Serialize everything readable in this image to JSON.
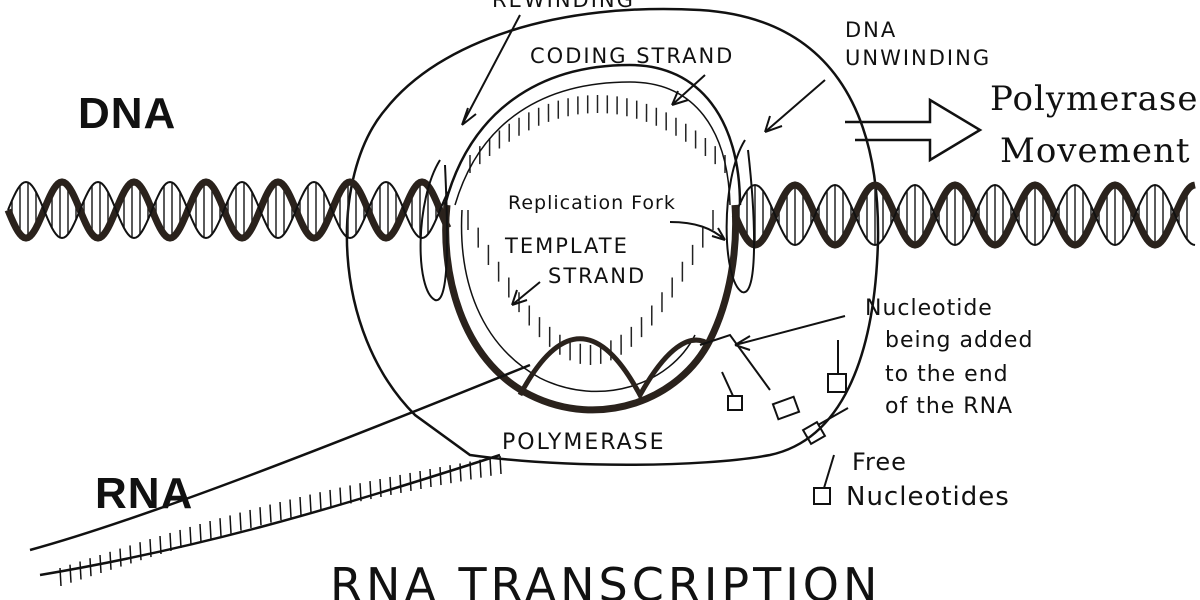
{
  "labels": {
    "dna": "DNA",
    "rna": "RNA",
    "rewinding": "REWINDING",
    "coding_strand": "CODING STRAND",
    "dna_unwinding_line1": "DNA",
    "dna_unwinding_line2": "UNWINDING",
    "polymerase_movement_line1": "Polymerase",
    "polymerase_movement_line2": "Movement",
    "replication_fork": "Replication Fork",
    "template_strand_line1": "TEMPLATE",
    "template_strand_line2": "STRAND",
    "nucleotide_line1": "Nucleotide",
    "nucleotide_line2": "being added",
    "nucleotide_line3": "to the end",
    "nucleotide_line4": "of the RNA",
    "polymerase": "POLYMERASE",
    "free_nucleotides_line1": "Free",
    "free_nucleotides_line2": "Nucleotides",
    "title": "RNA TRANSCRIPTION"
  },
  "colors": {
    "ink": "#111111",
    "dark_strand": "#2a221c",
    "paper": "#ffffff"
  }
}
